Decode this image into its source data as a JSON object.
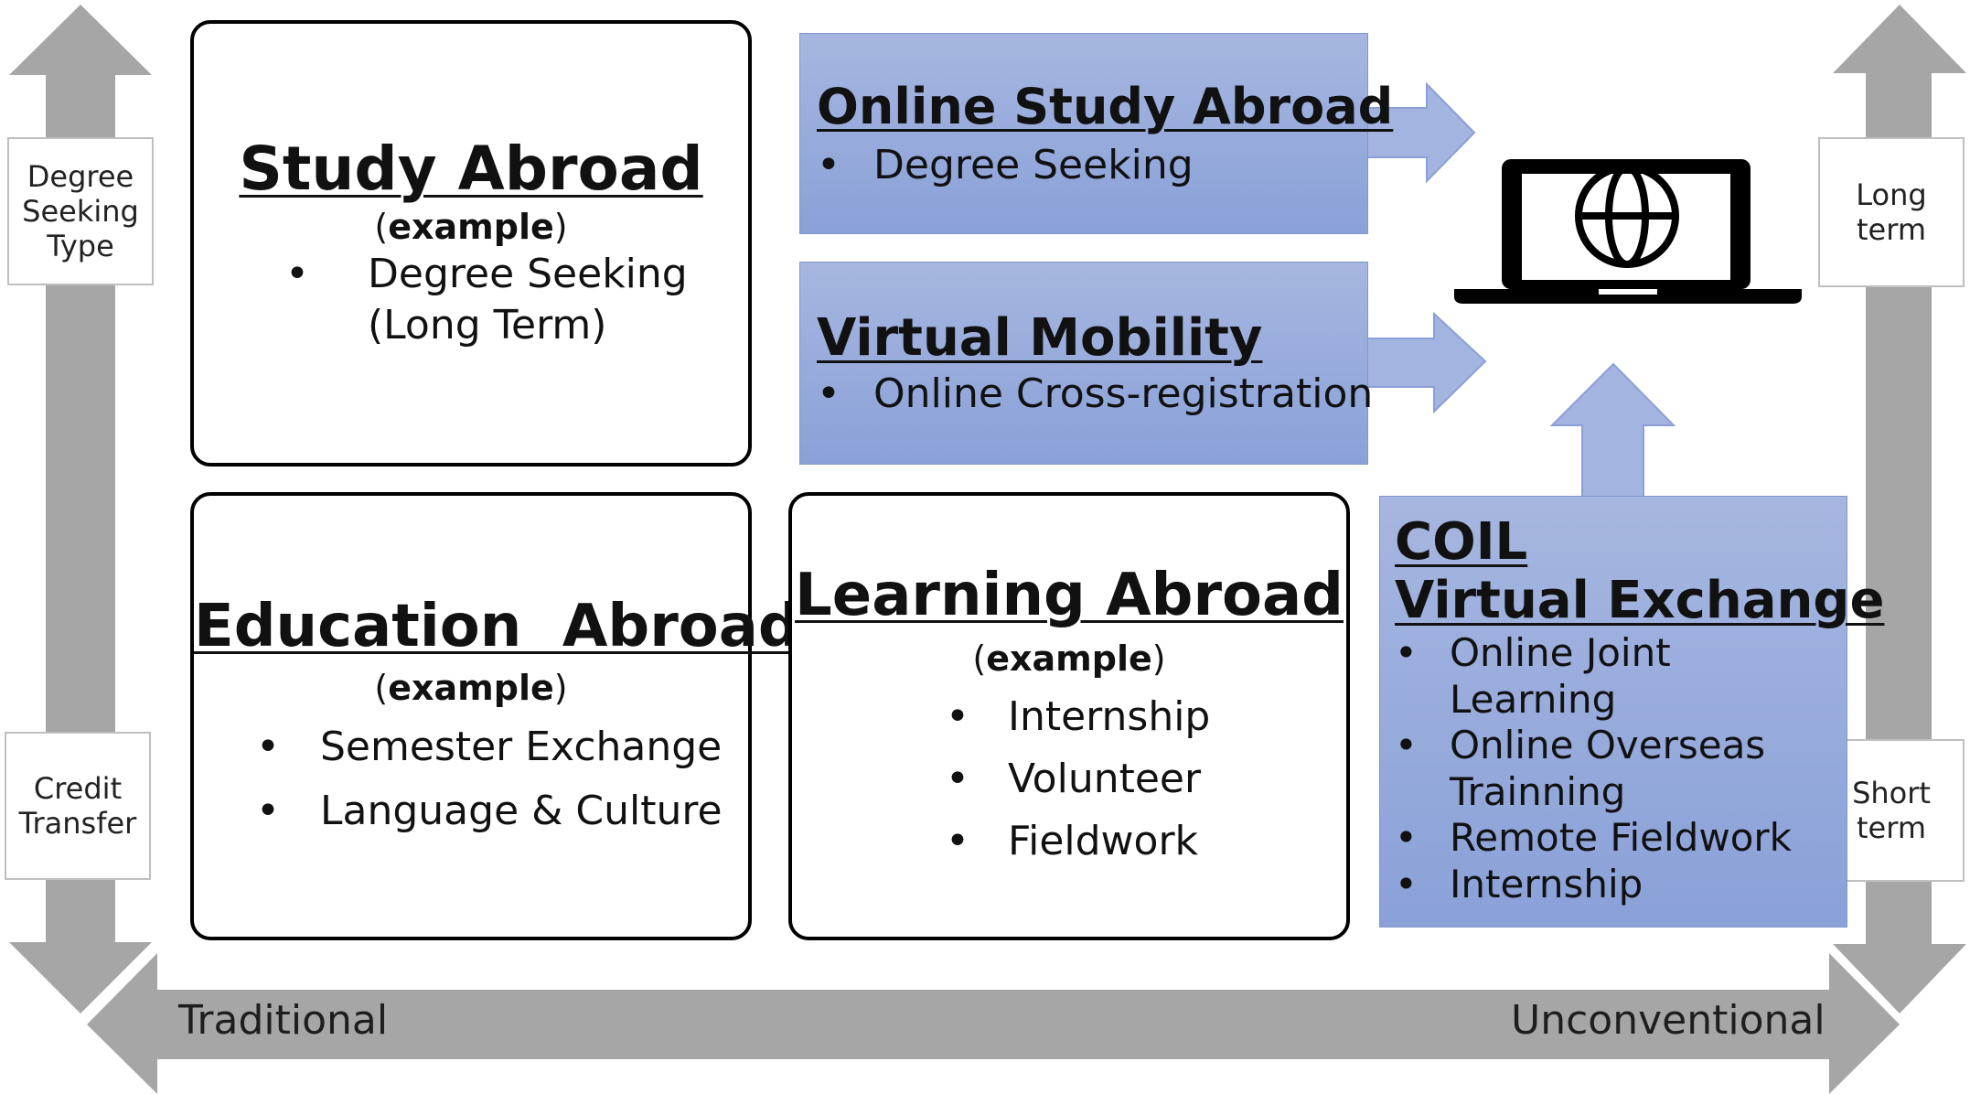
{
  "study_abroad": {
    "title": "Study Abroad",
    "example": "example",
    "items": [
      "Degree Seeking",
      "(Long Term)"
    ]
  },
  "education_abroad": {
    "title": "Education  Abroad",
    "example": "example",
    "items": [
      "Semester Exchange",
      "Language & Culture"
    ]
  },
  "learning_abroad": {
    "title": "Learning Abroad",
    "example": "example",
    "items": [
      "Internship",
      "Volunteer",
      "Fieldwork"
    ]
  },
  "online_study_abroad": {
    "title": "Online Study Abroad",
    "items": [
      "Degree Seeking"
    ]
  },
  "virtual_mobility": {
    "title": "Virtual Mobility",
    "items": [
      "Online Cross-registration"
    ]
  },
  "coil": {
    "title_line1": "COIL",
    "title_line2": "Virtual Exchange",
    "items": [
      "Online Joint",
      "Learning",
      "Online Overseas",
      "Trainning",
      "Remote Fieldwork",
      "Internship"
    ]
  },
  "left_axis": {
    "top_label": "Degree Seeking Type",
    "bottom_label": "Credit Transfer"
  },
  "right_axis": {
    "top_label": "Long term",
    "bottom_label": "Short term"
  },
  "bottom_axis": {
    "left_label": "Traditional",
    "right_label": "Unconventional"
  },
  "colors": {
    "arrow_gray": "#a6a6a6",
    "blue_fill": "#95a9dc",
    "box_border": "#000000"
  },
  "icons": {
    "laptop": "laptop-globe-icon"
  }
}
